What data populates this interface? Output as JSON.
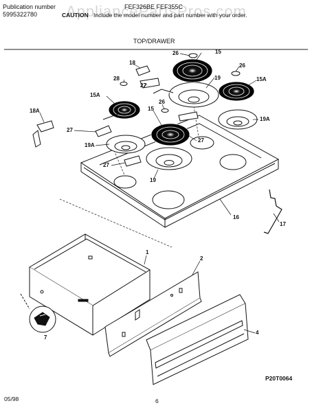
{
  "header": {
    "publication_label": "Publication number",
    "publication_number": "5995322780",
    "models": "FEF326BE FEF355C",
    "caution_word": "CAUTION",
    "caution_text": "Include the model number and part number with your order.",
    "watermark": "AppliancePartsPros.com"
  },
  "section_title": "TOP/DRAWER",
  "callouts": {
    "c26a": "26",
    "c15a": "15",
    "c18": "18",
    "c26b": "26",
    "c28": "28",
    "c27a": "27",
    "c19a": "19",
    "c15A_right": "15A",
    "c15A_left": "15A",
    "c26c": "26",
    "c15b": "15",
    "c18A": "18A",
    "c19A_right": "19A",
    "c27b": "27",
    "c19A_left": "19A",
    "c27c": "27",
    "c27d": "27",
    "c19b": "19",
    "c16": "16",
    "c17": "17",
    "c1": "1",
    "c2": "2",
    "c7": "7",
    "c4": "4"
  },
  "diagram_code": "P20T0064",
  "footer": {
    "date": "05/98",
    "page": "6"
  }
}
